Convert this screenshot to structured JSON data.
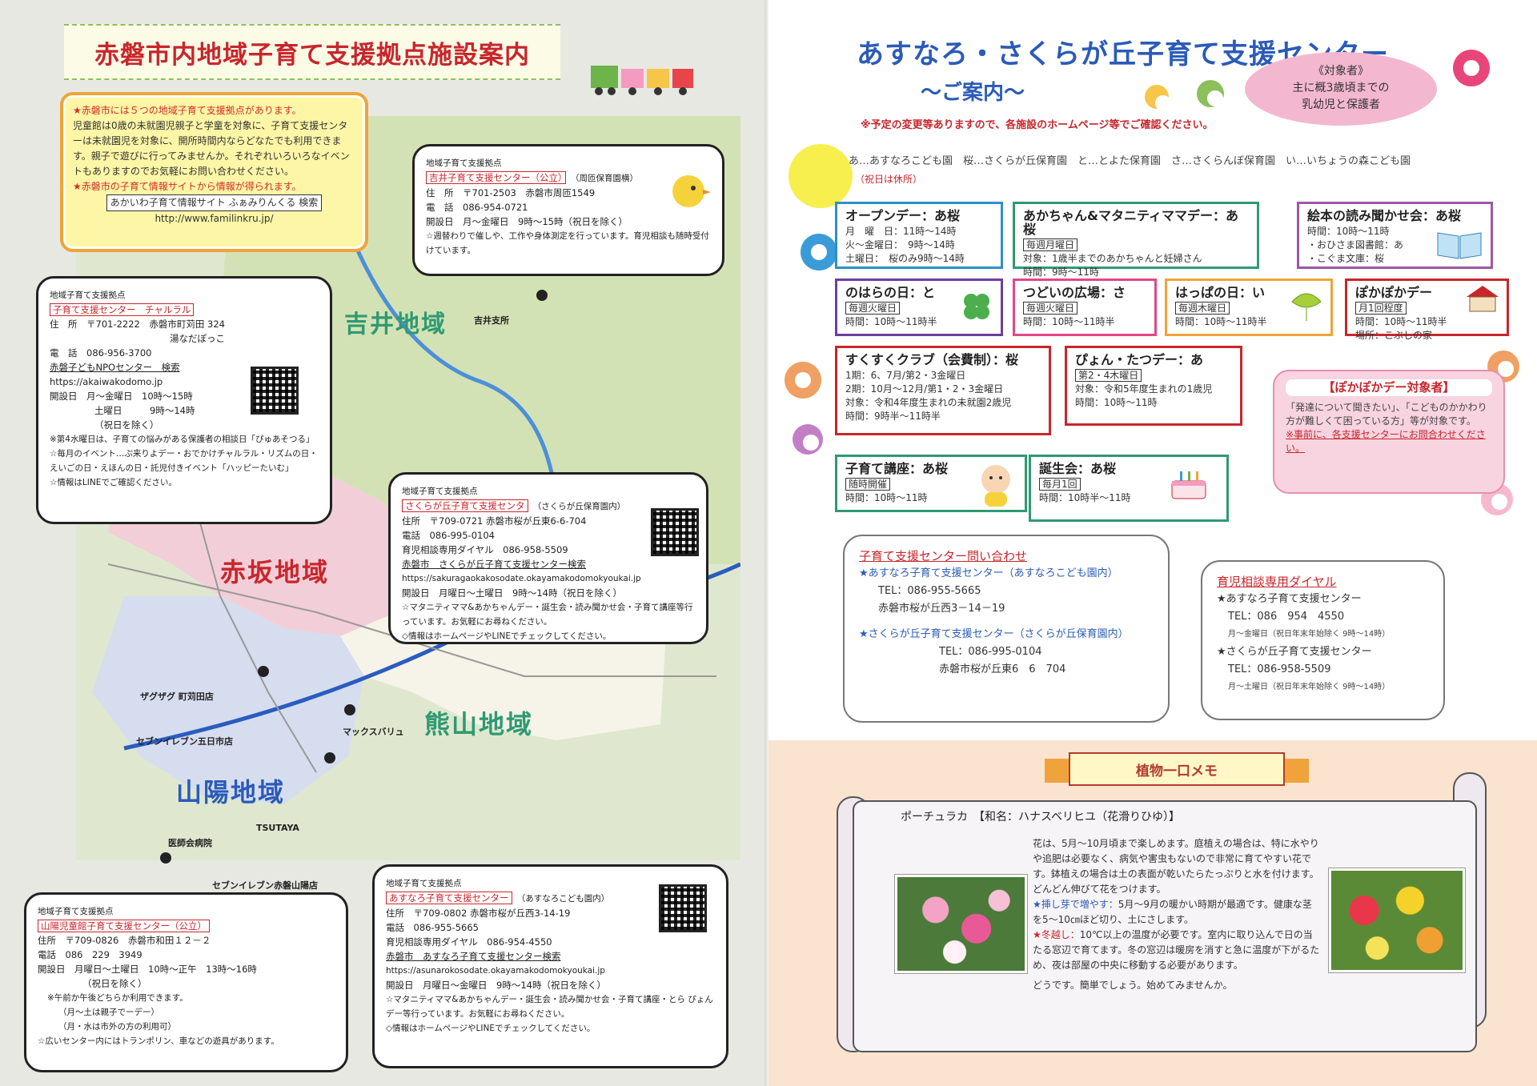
{
  "left": {
    "title": "赤磐市内地域子育て支援拠点施設案内",
    "intro": {
      "l1": "★赤磐市には５つの地域子育て支援拠点があります。",
      "l2": "児童館は0歳の未就園児親子と学童を対象に、子育て支援センターは未就園児を対象に、開所時間内ならどなたでも利用できます。親子で遊びに行ってみませんか。それぞれいろいろなイベントもありますのでお気軽にお問い合わせください。",
      "l3": "★赤磐市の子育て情報サイトから情報が得られます。",
      "l4": "あかいわ子育て情報サイト ふぁみりんくる 検索",
      "l5": "http://www.familinkru.jp/"
    },
    "regions": {
      "yoshii": "吉井地域",
      "akasaka": "赤坂地域",
      "kumayama": "熊山地域",
      "sanyo": "山陽地域"
    },
    "places": {
      "yoshii_branch": "吉井支所",
      "zagzag": "ザグザグ 町苅田店",
      "seven_gonichi": "セブンイレブン五日市店",
      "maxvalu": "マックスバリュ",
      "tsutaya": "TSUTAYA",
      "ishikai": "医師会病院",
      "seven_sanyo": "セブンイレブン赤磐山陽店"
    },
    "b1": {
      "head": "地域子育て支援拠点",
      "name": "吉井子育て支援センター（公立）",
      "note": "（周匝保育園横）",
      "addr": "住　所　〒701-2503　赤磐市周匝1549",
      "tel": "電　話　086-954-0721",
      "open": "開設日　月～金曜日　9時～15時（祝日を除く）",
      "extra": "☆週替わりで催しや、工作や身体測定を行っています。育児相談も随時受付けています。"
    },
    "b2": {
      "head": "地域子育て支援拠点",
      "name": "子育て支援センター　チャルラル",
      "addr": "住　所　〒701-2222　赤磐市町苅田 324",
      "addr2": "湯なだぽっこ",
      "tel": "電　話　086-956-3700",
      "npo": "赤磐子どもNPOセンター　検索",
      "url": "https://akaiwakodomo.jp",
      "open1": "開設日　月～金曜日　10時～15時",
      "open2": "土曜日　　　9時～14時",
      "open3": "（祝日を除く）",
      "x1": "※第4水曜日は、子育ての悩みがある保護者の相談日「ぴゅあそつる」",
      "x2": "☆毎月のイベント…ぷ来りよデー・おでかけチャルラル・リズムの日・えいごの日・えほんの日・託児付きイベント「ハッピーたいむ」",
      "x3": "☆情報はLINEでご確認ください。"
    },
    "b3": {
      "head": "地域子育て支援拠点",
      "name": "さくらが丘子育て支援センタ",
      "note": "（さくらが丘保育園内）",
      "addr": "住所　〒709-0721 赤磐市桜が丘東6-6-704",
      "tel": "電話　086-995-0104",
      "dial": "育児相談専用ダイヤル　086-958-5509",
      "search": "赤磐市　さくらが丘子育て支援センター検索",
      "url": "https://sakuragaokakosodate.okayamakodomokyoukai.jp",
      "open": "開設日　月曜日～土曜日　9時～14時（祝日を除く）",
      "x1": "☆マタニティママ&あかちゃんデー・誕生会・読み聞かせ会・子育て講座等行っています。お気軽にお尋ねください。",
      "x2": "◇情報はホームページやLINEでチェックしてください。"
    },
    "b4": {
      "head": "地域子育て支援拠点",
      "name": "山陽児童館子育て支援センター（公立）",
      "addr": "住所　〒709-0826　赤磐市和田１２－２",
      "tel": "電話　086　229　3949",
      "open": "開設日　月曜日～土曜日　10時～正午　13時～16時",
      "open2": "（祝日を除く）",
      "x1": "※午前か午後どちらか利用できます。",
      "x2": "（月～土は親子でーデー）",
      "x3": "（月・水は市外の方の利用可）",
      "x4": "☆広いセンター内にはトランポリン、車などの遊具があります。"
    },
    "b5": {
      "head": "地域子育て支援拠点",
      "name": "あすなろ子育て支援センター",
      "note": "（あすなろこども園内）",
      "addr": "住所　〒709-0802 赤磐市桜が丘西3-14-19",
      "tel": "電話　086-955-5665",
      "dial": "育児相談専用ダイヤル　086-954-4550",
      "search": "赤磐市　あすなろ子育て支援センター検索",
      "url": "https://asunarokosodate.okayamakodomokyoukai.jp",
      "open": "開設日　月曜日～金曜日　9時～14時（祝日を除く）",
      "x1": "☆マタニティママ&あかちゃんデー・誕生会・読み聞かせ会・子育て講座・とら ぴょんデー等行っています。お気軽にお尋ねください。",
      "x2": "◇情報はホームページやLINEでチェックしてください。"
    }
  },
  "right": {
    "title": "あすなろ・さくらが丘子育て支援センター",
    "subtitle": "～ご案内～",
    "note": "※予定の変更等ありますので、各施設のホームページ等でご確認ください。",
    "target": {
      "l1": "《対象者》",
      "l2": "主に概3歳頃までの",
      "l3": "乳幼児と保護者"
    },
    "legend": "あ…あすなろこども園　桜…さくらが丘保育園　と…とよた保育園　さ…さくらんぼ保育園　い…いちょうの森こども園",
    "holiday": "（祝日は休所）",
    "c1": {
      "t": "オープンデー：あ桜",
      "l1": "月　曜　日：11時～14時",
      "l2": "火～金曜日：　9時～14時",
      "l3": "土曜日：　桜のみ9時～14時"
    },
    "c2": {
      "t": "あかちゃん&マタニティママデー：あ桜",
      "l1": "毎週月曜日",
      "l2": "対象：1歳半までのあかちゃんと妊婦さん",
      "l3": "時間：9時～11時"
    },
    "c3": {
      "t": "絵本の読み聞かせ会：あ桜",
      "l1": "時間：10時～11時",
      "l2": "・おひさま図書館：あ",
      "l3": "・こぐま文庫：桜"
    },
    "c4": {
      "t": "のはらの日：と",
      "l1": "毎週火曜日",
      "l2": "時間：10時～11時半"
    },
    "c5": {
      "t": "つどいの広場：さ",
      "l1": "毎週火曜日",
      "l2": "時間：10時～11時半"
    },
    "c6": {
      "t": "はっぱの日：い",
      "l1": "毎週木曜日",
      "l2": "時間：10時～11時半"
    },
    "c7": {
      "t": "ぽかぽかデー",
      "l1": "月1回程度",
      "l2": "時間：10時～11時半",
      "l3": "場所：こぶしの家"
    },
    "c8": {
      "t": "すくすくクラブ（会費制）：桜",
      "l1": "1期：6、7月/第2・3金曜日",
      "l2": "2期：10月～12月/第1・2・3金曜日",
      "l3": "対象：令和4年度生まれの未就園2歳児",
      "l4": "時間：9時半～11時半"
    },
    "c9": {
      "t": "ぴょん・たつデー：あ",
      "l1": "第2・4木曜日",
      "l2": "対象：令和5年度生まれの1歳児",
      "l3": "時間：10時～11時"
    },
    "c10": {
      "t": "子育て講座：あ桜",
      "l1": "随時開催",
      "l2": "時間：10時～11時"
    },
    "c11": {
      "t": "誕生会：あ桜",
      "l1": "毎月1回",
      "l2": "時間：10時半～11時"
    },
    "pokapoka": {
      "t": "【ぽかぽかデー対象者】",
      "l1": "「発達について聞きたい」、「こどものかかわり方が難しくて困っている方」等が対象です。",
      "l2": "※事前に、各支援センターにお問合わせください。"
    },
    "k1": {
      "h": "子育て支援センター問い合わせ",
      "a": "★あすなろ子育て支援センター（あすなろこども園内）",
      "a_tel": "TEL：086-955-5665",
      "a_addr": "赤磐市桜が丘西3－14－19",
      "s": "★さくらが丘子育て支援センター（さくらが丘保育園内）",
      "s_tel": "TEL：086-995-0104",
      "s_addr": "赤磐市桜が丘東6　6　704"
    },
    "k2": {
      "h": "育児相談専用ダイヤル",
      "a": "★あすなろ子育て支援センター",
      "a_tel": "TEL：086　954　4550",
      "a_hours": "月～金曜日（祝日年末年始除く 9時～14時）",
      "s": "★さくらが丘子育て支援センター",
      "s_tel": "TEL：086-958-5509",
      "s_hours": "月～土曜日（祝日年末年始除く 9時～14時）"
    },
    "memo": {
      "title": "植物一口メモ",
      "head": "ポーチュラカ　【和名：ハナスベリヒユ（花滑りひゆ）】",
      "p1": "花は、5月～10月頃まで楽しめます。庭植えの場合は、特に水やりや追肥は必要なく、病気や害虫もないので非常に育てやすい花です。鉢植えの場合は土の表面が乾いたらたっぷりと水を付けます。どんどん伸びて花をつけます。",
      "p2l": "★挿し芽で増やす：",
      "p2": "5月～9月の暖かい時期が最適です。健康な茎を5～10㎝ほど切り、土にさします。",
      "p3l": "★冬越し：",
      "p3": "10℃以上の温度が必要です。室内に取り込んで日の当たる窓辺で育てます。冬の窓辺は暖房を消すと急に温度が下がるため、夜は部屋の中央に移動する必要があります。",
      "p4": "どうです。簡単でしょう。始めてみませんか。"
    }
  }
}
